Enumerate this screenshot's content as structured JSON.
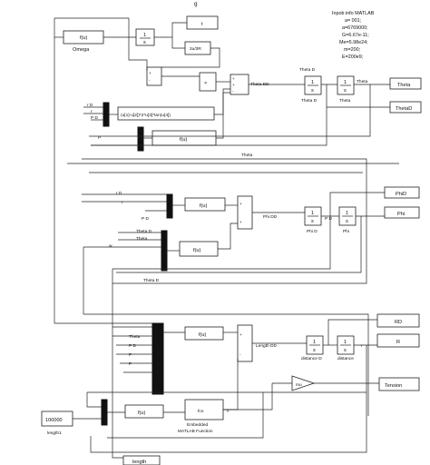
{
  "header": {
    "title_partial": "g"
  },
  "note_lines": [
    "Inpob info MATLAB",
    "a= 001;",
    "a=6769000;",
    "G=6.67e-11;",
    "Me=5.98e24;",
    "m=200;",
    "E=200e9;"
  ],
  "blocks": {
    "fu_omega": "f(u)",
    "omega_label": "Omega",
    "int_1": [
      "1",
      "s"
    ],
    "int_theta": [
      "1",
      "s"
    ],
    "int_phi": [
      "1",
      "s"
    ],
    "int_length": [
      "1",
      "s"
    ],
    "int_thetad": [
      "1",
      "s"
    ],
    "int_phid": [
      "1",
      "s"
    ],
    "int_lengthd": [
      "1",
      "s"
    ],
    "fu_trig": "(u[1]-u[2])*2*u[3]*tan(u[4])",
    "fu_2": "f(u)",
    "fu_phidd": "f(u)",
    "fu_thetad": "f(u)",
    "fu_length": "f(u)",
    "fu_bottom": "f(u)",
    "times": "×",
    "pi_const": "2u/3R",
    "mu_gain": "mu",
    "embedded": "fcn",
    "embedded_label1": "Embedded",
    "embedded_label2": "MATLAB Function",
    "const_value": "100000",
    "const_label": "length1",
    "length_bottom": "length",
    "top_out": "t"
  },
  "signals": {
    "theta_dd": "Theta DD",
    "theta_d": "Theta D",
    "theta": "Theta",
    "phi_dd": "Phi DD",
    "phi_d": "Phi D",
    "phi": "Phi",
    "length_dd": "Length DD",
    "distance_d": "distance D",
    "distance": "distance",
    "theta_wire": "Theta",
    "r": "r",
    "rd": "r D",
    "w": "w",
    "p": "P",
    "pd": "P D",
    "theta_d_small": "Theta D",
    "theta_small": "Theta",
    "y": "y",
    "u": "u"
  },
  "outports": [
    "Theta",
    "ThetaD",
    "PhiD",
    "Phi",
    "RD",
    "R",
    "Tension"
  ]
}
